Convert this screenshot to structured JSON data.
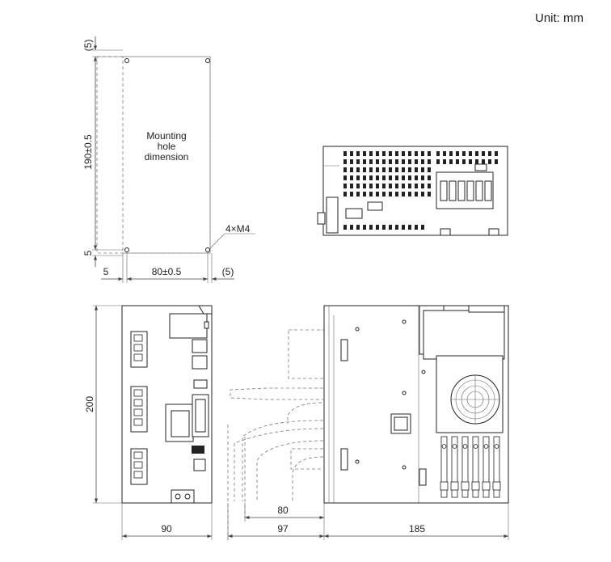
{
  "unit_label": "Unit: mm",
  "mounting": {
    "label_line1": "Mounting",
    "label_line2": "hole",
    "label_line3": "dimension",
    "hole_label": "4×M4",
    "dim_top_margin": "(5)",
    "dim_height": "190±0.5",
    "dim_bottom_margin": "5",
    "dim_left_margin": "5",
    "dim_width": "80±0.5",
    "dim_right_margin": "(5)"
  },
  "front_view": {
    "dim_height": "200",
    "dim_width": "90"
  },
  "side_view": {
    "dim_cable_depth": "80",
    "dim_cable_clearance": "97",
    "dim_depth": "185"
  },
  "colors": {
    "line": "#222222",
    "dimension": "#444444",
    "background": "#ffffff"
  }
}
